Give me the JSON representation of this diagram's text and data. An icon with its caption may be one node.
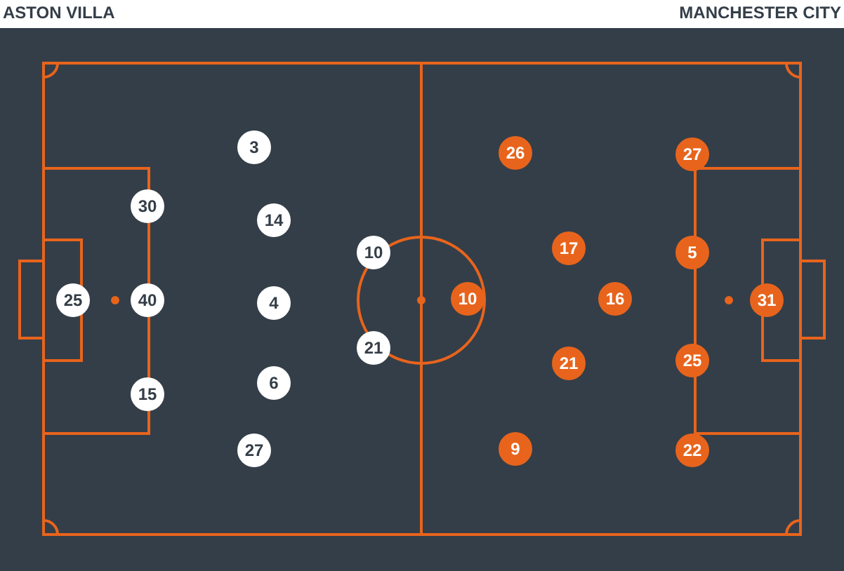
{
  "diagram": {
    "nodes": [
      {
        "text": [
          "25"
        ]
      },
      {
        "text": [
          "30"
        ]
      },
      {
        "text": [
          "40"
        ]
      },
      {
        "text": [
          "15"
        ]
      },
      {
        "text": [
          "3"
        ]
      },
      {
        "text": [
          "14"
        ]
      },
      {
        "text": [
          "4"
        ]
      },
      {
        "text": [
          "6"
        ]
      },
      {
        "text": [
          "27"
        ]
      },
      {
        "text": [
          "10"
        ]
      },
      {
        "text": [
          "21"
        ]
      },
      {
        "text": [
          "10"
        ]
      },
      {
        "text": [
          "26"
        ]
      },
      {
        "text": [
          "9"
        ]
      },
      {
        "text": [
          "17"
        ]
      },
      {
        "text": [
          "21"
        ]
      },
      {
        "text": [
          "16"
        ]
      },
      {
        "text": [
          "27"
        ]
      },
      {
        "text": [
          "5"
        ]
      },
      {
        "text": [
          "25"
        ]
      },
      {
        "text": [
          "22"
        ]
      },
      {
        "text": [
          "31"
        ]
      }
    ],
    "labels": [
      "ASTON VILLA",
      "MANCHESTER CITY"
    ]
  }
}
